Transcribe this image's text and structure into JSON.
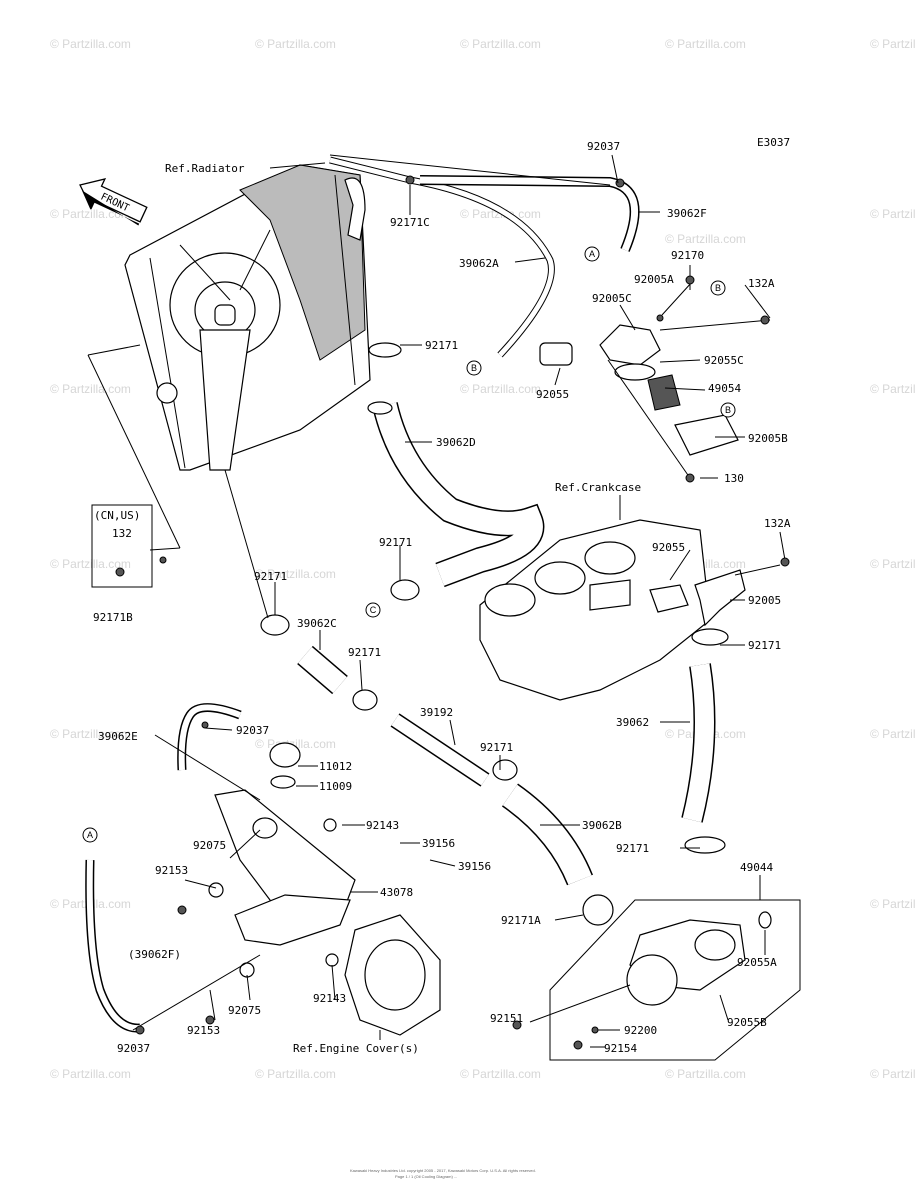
{
  "diagram_code": "E3037",
  "front_label": "FRONT",
  "watermark": "© Partzilla.com",
  "references": {
    "radiator": "Ref.Radiator",
    "crankcase": "Ref.Crankcase",
    "engine_cover": "Ref.Engine Cover(s)"
  },
  "region_box": {
    "title": "(CN,US)",
    "part": "132"
  },
  "part_labels": [
    "92037",
    "39062F",
    "92171C",
    "39062A",
    "92170",
    "92005A",
    "132A",
    "92005C",
    "92171",
    "92055C",
    "92055",
    "49054",
    "92005B",
    "39062D",
    "130",
    "132A",
    "92171",
    "92055",
    "92005",
    "92171B",
    "92171",
    "92171",
    "39062C",
    "92171",
    "39192",
    "39062",
    "39062E",
    "92037",
    "11012",
    "11009",
    "92171",
    "92075",
    "92143",
    "39156",
    "39062B",
    "92153",
    "39156",
    "43078",
    "92171",
    "49044",
    "92171A",
    "(39062F)",
    "92055A",
    "92151",
    "92055B",
    "92153",
    "92075",
    "92143",
    "92200",
    "92037",
    "92154"
  ],
  "callout_letters": [
    "A",
    "B",
    "B",
    "B",
    "C",
    "A"
  ],
  "footer_lines": [
    "Kawasaki Heavy Industries Ltd. copyright 2005 - 2017, Kawasaki Motors Corp. U.S.A. All rights reserved.",
    "Page 1 / 1 (Oil Cooling Diagram) ..."
  ]
}
